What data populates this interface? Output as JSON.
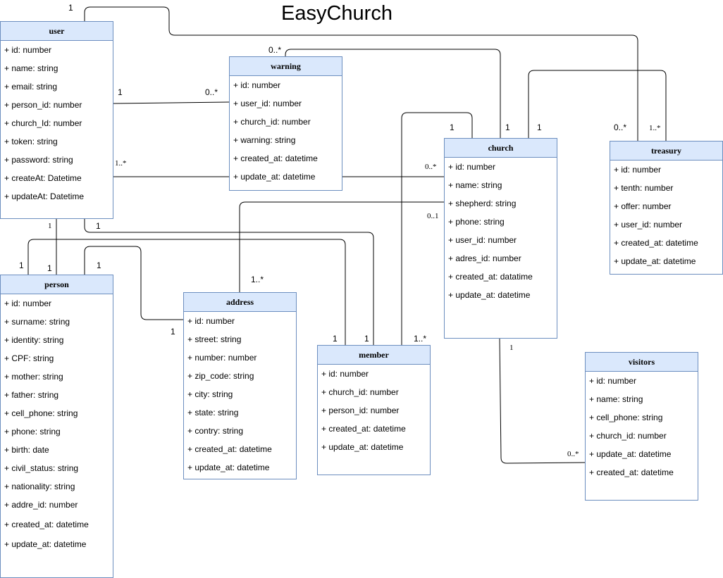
{
  "title": "EasyChurch",
  "classes": {
    "user": {
      "name": "user",
      "attrs": [
        "+ id: number",
        "+ name: string",
        "+ email: string",
        "+ person_id: number",
        "+ church_Id: number",
        "+ token: string",
        "+ password: string",
        "+ createAt: Datetime",
        "+ updateAt: Datetime"
      ]
    },
    "warning": {
      "name": "warning",
      "attrs": [
        "+ id: number",
        "+ user_id: number",
        "+ church_id: number",
        "+ warning: string",
        "+ created_at: datetime",
        "+ update_at: datetime"
      ]
    },
    "church": {
      "name": "church",
      "attrs": [
        "+ id: number",
        "+ name: string",
        "+ shepherd: string",
        "+ phone: string",
        "+ user_id: number",
        "+ adres_id: number",
        "+ created_at: datatime",
        "+ update_at: datetime"
      ]
    },
    "treasury": {
      "name": "treasury",
      "attrs": [
        "+ id: number",
        "+ tenth: number",
        "+ offer: number",
        "+ user_id: number",
        "+ created_at: datetime",
        "+ update_at: datetime"
      ]
    },
    "person": {
      "name": "person",
      "attrs": [
        "+ id: number",
        "+ surname: string",
        "+ identity: string",
        "+ CPF: string",
        "+ mother: string",
        "+ father: string",
        "+ cell_phone: string",
        "+ phone: string",
        "+ birth: date",
        "+ civil_status: string",
        "+ nationality: string",
        "+ addre_id: number",
        "+ created_at: datetime",
        "+ update_at: datetime"
      ]
    },
    "address": {
      "name": "address",
      "attrs": [
        "+ id: number",
        "+ street: string",
        "+ number: number",
        "+ zip_code: string",
        "+ city: string",
        "+ state: string",
        "+ contry: string",
        "+ created_at: datetime",
        "+ update_at: datetime"
      ]
    },
    "member": {
      "name": "member",
      "attrs": [
        "+ id: number",
        "+ church_id: number",
        "+ person_id: number",
        "+ created_at: datetime",
        "+ update_at: datetime"
      ]
    },
    "visitors": {
      "name": "visitors",
      "attrs": [
        "+ id: number",
        "+ name: string",
        "+ cell_phone: string",
        "+ church_id: number",
        "+ update_at: datetime",
        "+ created_at: datetime"
      ]
    }
  },
  "multiplicities": {
    "user_treasury_user_end": "1",
    "user_warning_user_end": "1",
    "user_warning_warning_end": "0..*",
    "warning_church_warning_end": "0..*",
    "warning_church_church_end": "1",
    "user_church_user_end": "1..*",
    "user_church_church_end": "0..*",
    "church_member_church_end": "1",
    "church_member_member_end": "1..*",
    "church_treasury_church_end": "1",
    "church_treasury_treasury_end": "1..*",
    "user_treasury_treasury_end": "0..*",
    "church_address_church_end": "0..1",
    "church_address_address_end": "1..*",
    "user_person_user_end": "1",
    "user_person_person_end": "1",
    "user_member_user_end": "1",
    "user_member_member_end": "1",
    "person_member_person_end": "1",
    "person_member_member_end": "1",
    "person_address_person_end": "1",
    "person_address_address_end": "1",
    "church_visitors_church_end": "1",
    "church_visitors_visitors_end": "0..*"
  }
}
